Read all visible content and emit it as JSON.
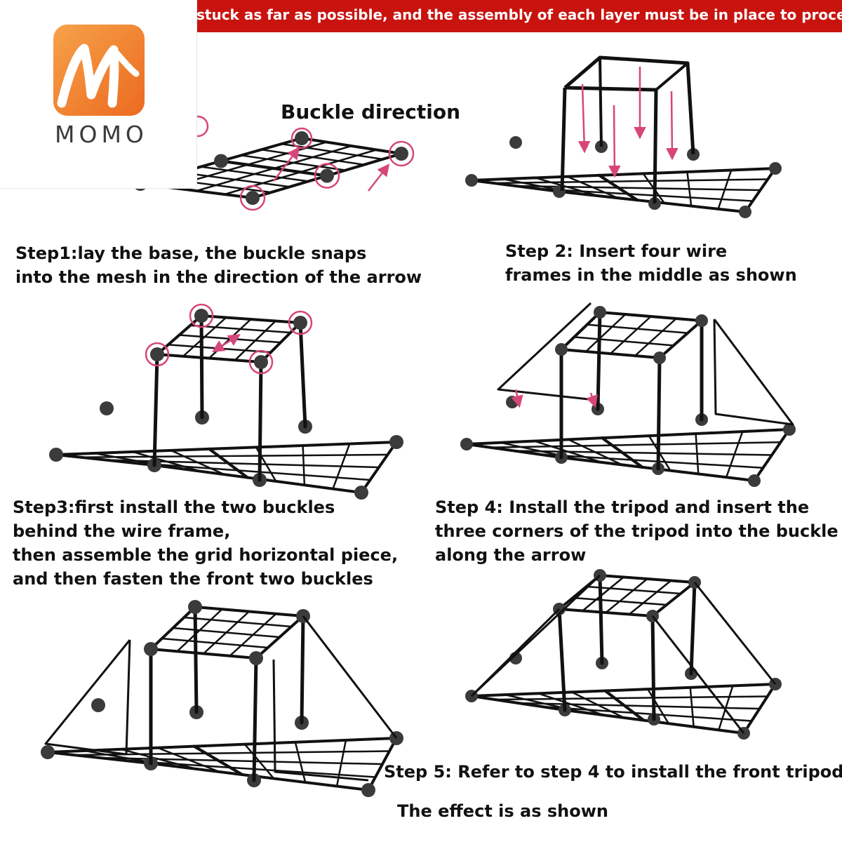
{
  "banner": {
    "text": "stuck as far as possible, and the assembly of each layer must be in place to proceed to the nex",
    "color": "#c8130f"
  },
  "logo": {
    "text": "MOMO",
    "mark": "momo-logo-icon",
    "color": "#f0852d"
  },
  "labels": {
    "buckle_direction": "Buckle direction",
    "step1": [
      "Step1:lay the base, the buckle snaps",
      "into the mesh in the direction of the arrow"
    ],
    "step2": [
      "Step 2: Insert four wire",
      "frames in the middle as shown"
    ],
    "step3": [
      "Step3:first install the two buckles",
      "behind the wire frame,",
      "then assemble the grid horizontal piece,",
      "and then fasten the front two buckles"
    ],
    "step4": [
      "Step 4: Install the tripod and insert the",
      "three corners of the tripod into the buckle",
      "along the arrow"
    ],
    "step5": "Step 5: Refer to step 4 to install the front tripod",
    "effect": "The effect is as shown"
  },
  "colors": {
    "wire": "#111111",
    "buckle": "#3b3b3b",
    "highlight": "#d6467a"
  }
}
